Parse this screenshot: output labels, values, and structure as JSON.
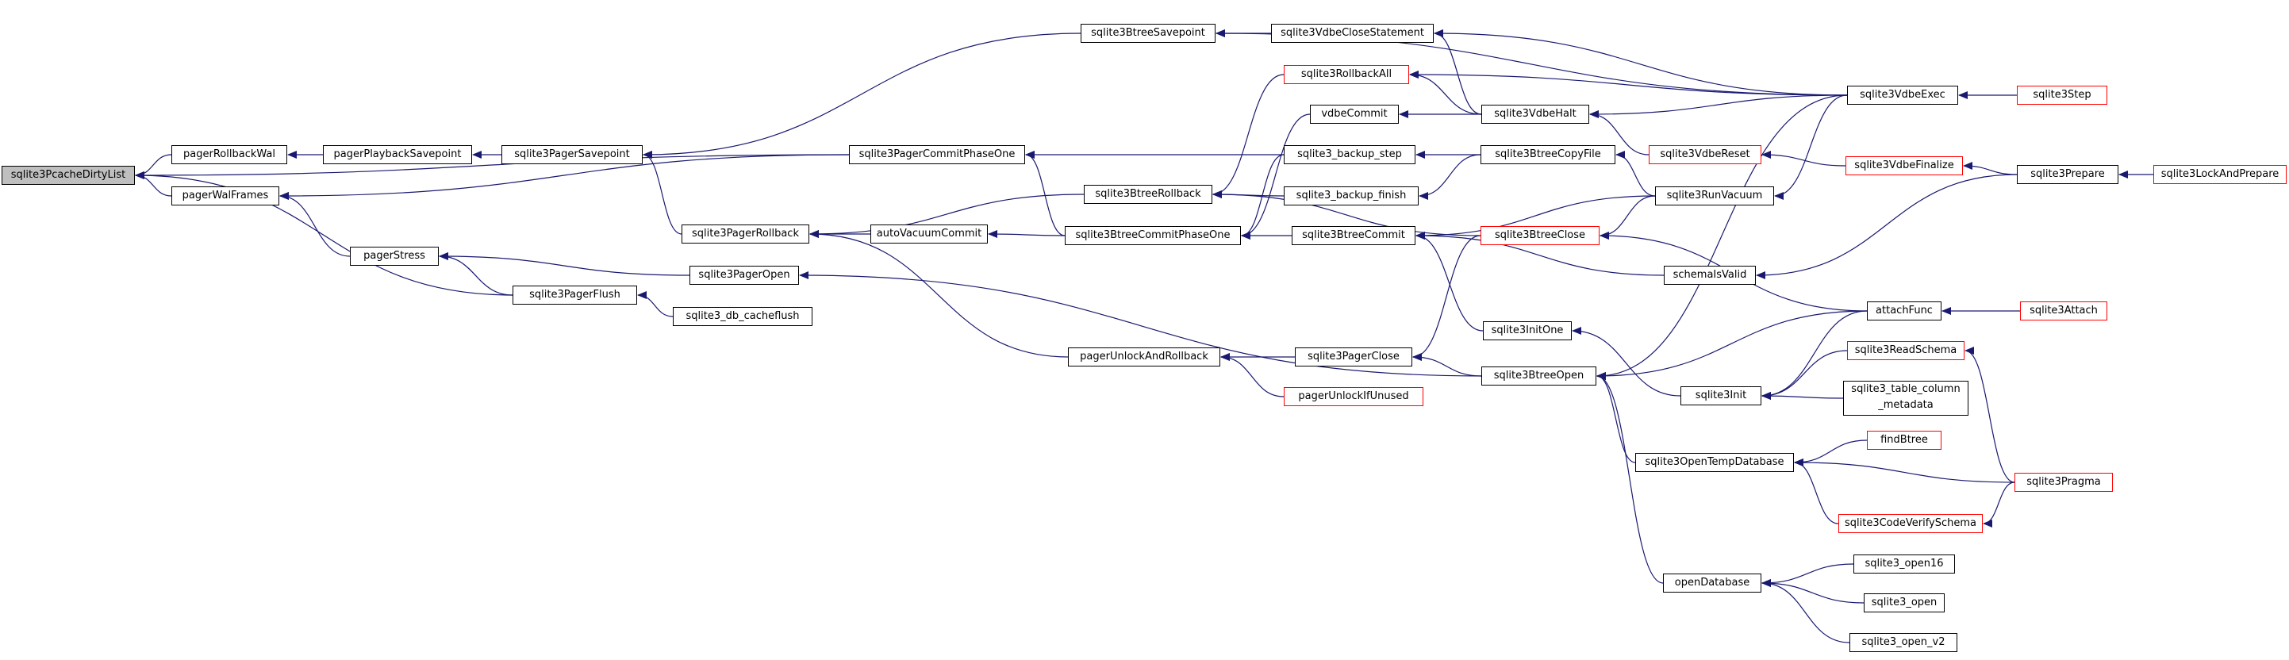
{
  "diagram": {
    "edge_color": "#191970",
    "node_colors": {
      "normal": "#000000",
      "truncated": "#ff0000",
      "focus_fill": "#bfbfbf"
    },
    "nodes": {
      "PcacheDirtyList": {
        "label": "sqlite3PcacheDirtyList",
        "style": "focus"
      },
      "pagerRollbackWal": {
        "label": "pagerRollbackWal",
        "style": "normal"
      },
      "pagerWalFrames": {
        "label": "pagerWalFrames",
        "style": "normal"
      },
      "pagerPlaybackSavepoint": {
        "label": "pagerPlaybackSavepoint",
        "style": "normal"
      },
      "pagerStress": {
        "label": "pagerStress",
        "style": "normal"
      },
      "PagerFlush": {
        "label": "sqlite3PagerFlush",
        "style": "normal"
      },
      "PagerSavepoint": {
        "label": "sqlite3PagerSavepoint",
        "style": "normal"
      },
      "PagerRollback": {
        "label": "sqlite3PagerRollback",
        "style": "normal"
      },
      "PagerOpen": {
        "label": "sqlite3PagerOpen",
        "style": "normal"
      },
      "db_cacheflush": {
        "label": "sqlite3_db_cacheflush",
        "style": "normal"
      },
      "PagerCommitPhaseOne": {
        "label": "sqlite3PagerCommitPhaseOne",
        "style": "normal"
      },
      "autoVacuumCommit": {
        "label": "autoVacuumCommit",
        "style": "normal"
      },
      "pagerUnlockAndRollback": {
        "label": "pagerUnlockAndRollback",
        "style": "normal"
      },
      "BtreeSavepoint": {
        "label": "sqlite3BtreeSavepoint",
        "style": "normal"
      },
      "RollbackAll": {
        "label": "sqlite3RollbackAll",
        "style": "truncated"
      },
      "BtreeRollback": {
        "label": "sqlite3BtreeRollback",
        "style": "normal"
      },
      "BtreeCommitPhaseOne": {
        "label": "sqlite3BtreeCommitPhaseOne",
        "style": "normal"
      },
      "vdbeCommit": {
        "label": "vdbeCommit",
        "style": "normal"
      },
      "backup_step": {
        "label": "sqlite3_backup_step",
        "style": "normal"
      },
      "backup_finish": {
        "label": "sqlite3_backup_finish",
        "style": "normal"
      },
      "VdbeCloseStatement": {
        "label": "sqlite3VdbeCloseStatement",
        "style": "normal"
      },
      "VdbeHalt": {
        "label": "sqlite3VdbeHalt",
        "style": "normal"
      },
      "BtreeCommit": {
        "label": "sqlite3BtreeCommit",
        "style": "normal"
      },
      "PagerClose": {
        "label": "sqlite3PagerClose",
        "style": "normal"
      },
      "pagerUnlockIfUnused": {
        "label": "pagerUnlockIfUnused",
        "style": "truncated"
      },
      "BtreeOpen": {
        "label": "sqlite3BtreeOpen",
        "style": "normal"
      },
      "BtreeCopyFile": {
        "label": "sqlite3BtreeCopyFile",
        "style": "normal"
      },
      "VdbeReset": {
        "label": "sqlite3VdbeReset",
        "style": "truncated"
      },
      "BtreeClose": {
        "label": "sqlite3BtreeClose",
        "style": "truncated"
      },
      "InitOne": {
        "label": "sqlite3InitOne",
        "style": "normal"
      },
      "RunVacuum": {
        "label": "sqlite3RunVacuum",
        "style": "normal"
      },
      "schemaIsValid": {
        "label": "schemaIsValid",
        "style": "normal"
      },
      "Init": {
        "label": "sqlite3Init",
        "style": "normal"
      },
      "OpenTempDatabase": {
        "label": "sqlite3OpenTempDatabase",
        "style": "normal"
      },
      "openDatabase": {
        "label": "openDatabase",
        "style": "normal"
      },
      "VdbeExec": {
        "label": "sqlite3VdbeExec",
        "style": "normal"
      },
      "VdbeFinalize": {
        "label": "sqlite3VdbeFinalize",
        "style": "truncated"
      },
      "attachFunc": {
        "label": "attachFunc",
        "style": "normal"
      },
      "ReadSchema": {
        "label": "sqlite3ReadSchema",
        "style": "truncated"
      },
      "table_column_metadata": {
        "label": "sqlite3_table_column\n_metadata",
        "style": "normal"
      },
      "findBtree": {
        "label": "findBtree",
        "style": "truncated"
      },
      "CodeVerifySchema": {
        "label": "sqlite3CodeVerifySchema",
        "style": "truncated"
      },
      "open16": {
        "label": "sqlite3_open16",
        "style": "normal"
      },
      "open": {
        "label": "sqlite3_open",
        "style": "normal"
      },
      "open_v2": {
        "label": "sqlite3_open_v2",
        "style": "normal"
      },
      "Step": {
        "label": "sqlite3Step",
        "style": "truncated"
      },
      "Prepare": {
        "label": "sqlite3Prepare",
        "style": "normal"
      },
      "Attach": {
        "label": "sqlite3Attach",
        "style": "truncated"
      },
      "Pragma": {
        "label": "sqlite3Pragma",
        "style": "truncated"
      },
      "LockAndPrepare": {
        "label": "sqlite3LockAndPrepare",
        "style": "truncated"
      }
    },
    "edges": [
      [
        "pagerRollbackWal",
        "PcacheDirtyList"
      ],
      [
        "pagerWalFrames",
        "PcacheDirtyList"
      ],
      [
        "PagerFlush",
        "PcacheDirtyList"
      ],
      [
        "PagerCommitPhaseOne",
        "PcacheDirtyList"
      ],
      [
        "pagerPlaybackSavepoint",
        "pagerRollbackWal"
      ],
      [
        "PagerCommitPhaseOne",
        "pagerWalFrames"
      ],
      [
        "pagerStress",
        "pagerWalFrames"
      ],
      [
        "PagerSavepoint",
        "pagerPlaybackSavepoint"
      ],
      [
        "PagerOpen",
        "pagerStress"
      ],
      [
        "PagerFlush",
        "pagerStress"
      ],
      [
        "db_cacheflush",
        "PagerFlush"
      ],
      [
        "BtreeSavepoint",
        "PagerSavepoint"
      ],
      [
        "PagerRollback",
        "PagerSavepoint"
      ],
      [
        "BtreeRollback",
        "PagerRollback"
      ],
      [
        "autoVacuumCommit",
        "PagerRollback"
      ],
      [
        "pagerUnlockAndRollback",
        "PagerRollback"
      ],
      [
        "BtreeOpen",
        "PagerOpen"
      ],
      [
        "backup_step",
        "PagerCommitPhaseOne"
      ],
      [
        "BtreeCommitPhaseOne",
        "PagerCommitPhaseOne"
      ],
      [
        "BtreeCommitPhaseOne",
        "autoVacuumCommit"
      ],
      [
        "PagerClose",
        "pagerUnlockAndRollback"
      ],
      [
        "pagerUnlockIfUnused",
        "pagerUnlockAndRollback"
      ],
      [
        "VdbeCloseStatement",
        "BtreeSavepoint"
      ],
      [
        "VdbeExec",
        "BtreeSavepoint"
      ],
      [
        "RollbackAll",
        "BtreeRollback"
      ],
      [
        "backup_finish",
        "BtreeRollback"
      ],
      [
        "BtreeClose",
        "BtreeRollback"
      ],
      [
        "vdbeCommit",
        "BtreeCommitPhaseOne"
      ],
      [
        "backup_step",
        "BtreeCommitPhaseOne"
      ],
      [
        "BtreeCommit",
        "BtreeCommitPhaseOne"
      ],
      [
        "VdbeHalt",
        "RollbackAll"
      ],
      [
        "VdbeExec",
        "RollbackAll"
      ],
      [
        "VdbeHalt",
        "vdbeCommit"
      ],
      [
        "BtreeCopyFile",
        "backup_step"
      ],
      [
        "BtreeCopyFile",
        "backup_finish"
      ],
      [
        "VdbeHalt",
        "VdbeCloseStatement"
      ],
      [
        "VdbeExec",
        "VdbeCloseStatement"
      ],
      [
        "VdbeReset",
        "VdbeHalt"
      ],
      [
        "VdbeExec",
        "VdbeHalt"
      ],
      [
        "RunVacuum",
        "BtreeCommit"
      ],
      [
        "InitOne",
        "BtreeCommit"
      ],
      [
        "schemaIsValid",
        "BtreeCommit"
      ],
      [
        "BtreeClose",
        "PagerClose"
      ],
      [
        "BtreeOpen",
        "PagerClose"
      ],
      [
        "RunVacuum",
        "BtreeCopyFile"
      ],
      [
        "VdbeFinalize",
        "VdbeReset"
      ],
      [
        "RunVacuum",
        "BtreeClose"
      ],
      [
        "attachFunc",
        "BtreeClose"
      ],
      [
        "Init",
        "InitOne"
      ],
      [
        "VdbeExec",
        "RunVacuum"
      ],
      [
        "Prepare",
        "schemaIsValid"
      ],
      [
        "attachFunc",
        "BtreeOpen"
      ],
      [
        "VdbeExec",
        "BtreeOpen"
      ],
      [
        "OpenTempDatabase",
        "BtreeOpen"
      ],
      [
        "openDatabase",
        "BtreeOpen"
      ],
      [
        "attachFunc",
        "Init"
      ],
      [
        "ReadSchema",
        "Init"
      ],
      [
        "table_column_metadata",
        "Init"
      ],
      [
        "findBtree",
        "OpenTempDatabase"
      ],
      [
        "CodeVerifySchema",
        "OpenTempDatabase"
      ],
      [
        "Pragma",
        "OpenTempDatabase"
      ],
      [
        "open16",
        "openDatabase"
      ],
      [
        "open",
        "openDatabase"
      ],
      [
        "open_v2",
        "openDatabase"
      ],
      [
        "Step",
        "VdbeExec"
      ],
      [
        "Prepare",
        "VdbeFinalize"
      ],
      [
        "Attach",
        "attachFunc"
      ],
      [
        "Pragma",
        "ReadSchema"
      ],
      [
        "Pragma",
        "CodeVerifySchema"
      ],
      [
        "LockAndPrepare",
        "Prepare"
      ]
    ]
  }
}
